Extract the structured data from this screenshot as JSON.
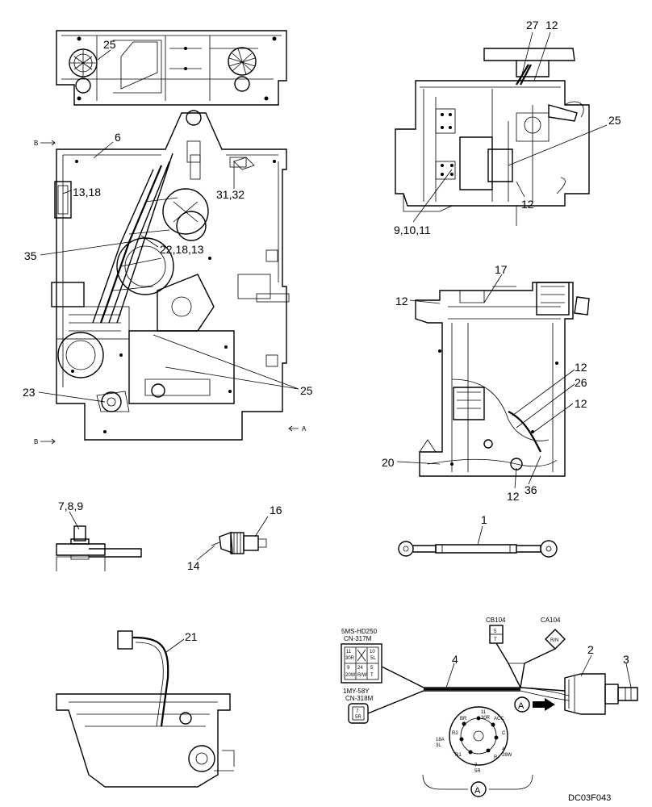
{
  "callouts": {
    "c25_top": "25",
    "c27": "27",
    "c12_tr": "12",
    "c25_right": "25",
    "c6": "6",
    "c13_18": "13,18",
    "c31_32": "31,32",
    "c12_right_low": "12",
    "c9_10_11": "9,10,11",
    "c22_18_13": "22,18,13",
    "c35": "35",
    "c17": "17",
    "c12_mr": "12",
    "c25_mid": "25",
    "c23": "23",
    "c12_r1": "12",
    "c26": "26",
    "c12_r2": "12",
    "c20": "20",
    "c12_r3": "12",
    "c36": "36",
    "c7_8_9": "7,8,9",
    "c16": "16",
    "c14": "14",
    "c1": "1",
    "c21": "21",
    "c2": "2",
    "c3": "3",
    "c4": "4"
  },
  "section_marks": {
    "b_top": "B",
    "b_bottom": "B",
    "a_mark": "A"
  },
  "connectors": {
    "cn317_line1": "5MS-HD250",
    "cn317_line2": "CN-317M",
    "cn318_line1": "1MY-58Y",
    "cn318_line2": "CN-318M",
    "cb104": "CB104",
    "ca104": "CA104",
    "grid": [
      "11",
      "",
      "10",
      "30R",
      "",
      "5L",
      "9",
      "24",
      "5",
      "20W",
      "R/W",
      "T"
    ],
    "cn318_pins": [
      "7",
      "5R"
    ],
    "cb104_pins": [
      "5",
      "T"
    ],
    "ca104_pin": "R/N"
  },
  "switch_pins": {
    "p11_30R": "11\n30R",
    "acc": "ACC",
    "br": "BR",
    "r2": "R2",
    "c": "C",
    "p18a_3l": "18A\n3L",
    "p4_28w": "4\n28W",
    "r1": "R1",
    "r": "R",
    "p7_5r": "7\n5R"
  },
  "view_marks": {
    "a_circle_arrow": "A",
    "a_circle_bottom": "A"
  },
  "drawing_code": "DC03F043"
}
